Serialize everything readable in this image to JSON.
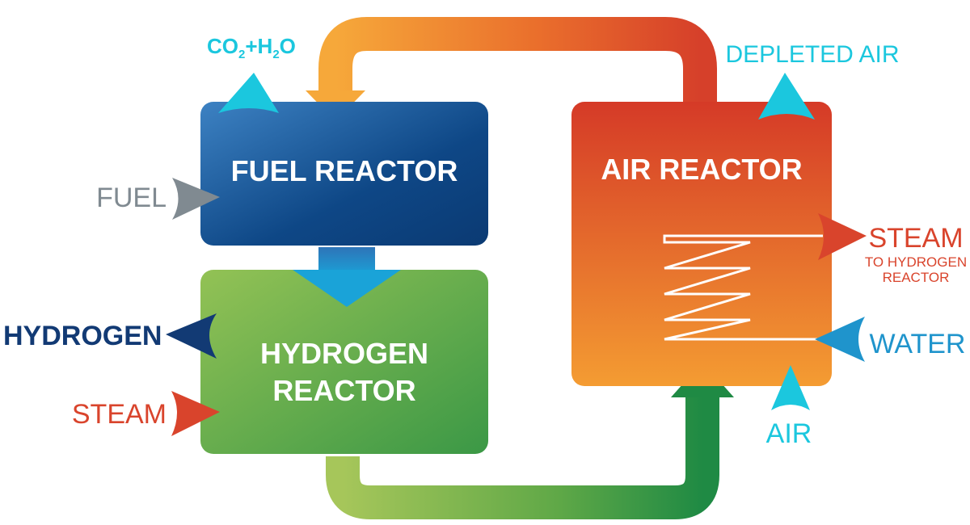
{
  "reactors": {
    "fuel": {
      "label": "FUEL REACTOR"
    },
    "hydrogen": {
      "label_line1": "HYDROGEN",
      "label_line2": "REACTOR"
    },
    "air": {
      "label": "AIR REACTOR"
    }
  },
  "flows": {
    "co2": {
      "base": "CO",
      "sub1": "2",
      "mid": "+H",
      "sub2": "2",
      "end": "O"
    },
    "depleted_air": "DEPLETED AIR",
    "fuel": "FUEL",
    "hydrogen": "HYDROGEN",
    "steam_in": "STEAM",
    "steam_out": "STEAM",
    "steam_out_sub1": "TO HYDROGEN",
    "steam_out_sub2": "REACTOR",
    "water": "WATER",
    "air": "AIR"
  },
  "colors": {
    "fuel_top": "#3a7dc0",
    "fuel_bottom": "#0b3f7a",
    "hydrogen_left": "#8bbd4e",
    "hydrogen_right": "#3f9a46",
    "air_top": "#d63a26",
    "air_bottom": "#f39a30",
    "cyan": "#1bc7de",
    "gray": "#808a91",
    "navy": "#123a74",
    "red": "#d9442c",
    "water_blue": "#1f94cc"
  }
}
